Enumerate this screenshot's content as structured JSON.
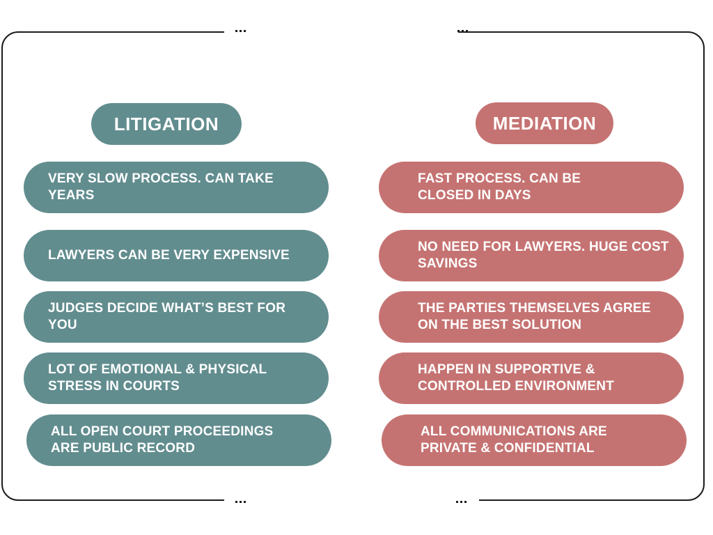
{
  "colors": {
    "litigation": "#628d8f",
    "mediation": "#c57372",
    "frame": "#1c1c1c"
  },
  "litigation": {
    "header": "LITIGATION",
    "items": [
      {
        "line1": "VERY SLOW PROCESS. CAN TAKE",
        "line2": "YEARS"
      },
      {
        "line1": "LAWYERS CAN BE VERY EXPENSIVE",
        "line2": ""
      },
      {
        "line1": "JUDGES DECIDE WHAT’S BEST FOR",
        "line2": "YOU"
      },
      {
        "line1": "LOT OF EMOTIONAL & PHYSICAL",
        "line2": "STRESS IN COURTS"
      },
      {
        "line1": "ALL OPEN COURT PROCEEDINGS",
        "line2": "ARE PUBLIC RECORD"
      }
    ]
  },
  "mediation": {
    "header": "MEDIATION",
    "items": [
      {
        "line1": "FAST PROCESS. CAN BE",
        "line2": "CLOSED IN DAYS"
      },
      {
        "line1": "NO NEED FOR LAWYERS. HUGE COST",
        "line2": "SAVINGS"
      },
      {
        "line1": "THE PARTIES THEMSELVES AGREE",
        "line2": "ON THE BEST SOLUTION"
      },
      {
        "line1": "HAPPEN IN SUPPORTIVE &",
        "line2": "CONTROLLED ENVIRONMENT"
      },
      {
        "line1": "ALL COMMUNICATIONS ARE",
        "line2": "PRIVATE & CONFIDENTIAL"
      }
    ]
  }
}
